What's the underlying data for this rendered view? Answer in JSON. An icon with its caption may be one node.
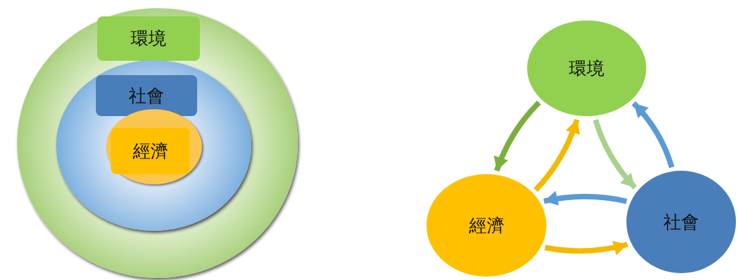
{
  "diagram": {
    "nodes": [
      {
        "text": [],
        "shape": "circle"
      },
      {
        "text": [
          "環境"
        ],
        "in": 0
      },
      {
        "text": [],
        "shape": "circle",
        "in": 0
      },
      {
        "text": [
          "社會"
        ],
        "in": 2
      },
      {
        "text": [],
        "shape": "circle",
        "in": 2
      },
      {
        "text": [
          "經濟"
        ],
        "in": 4
      },
      {
        "text": [
          "環境"
        ]
      },
      {
        "text": [
          "社會"
        ]
      },
      {
        "text": [
          "經濟"
        ]
      }
    ],
    "edges": [
      {
        "from": 6,
        "to": 8,
        "arrow": "to",
        "color": "#7aaf3c"
      },
      {
        "from": 8,
        "to": 6,
        "arrow": "to",
        "color": "#f5b800"
      },
      {
        "from": 6,
        "to": 7,
        "arrow": "to",
        "color": "#a9d18e"
      },
      {
        "from": 7,
        "to": 6,
        "arrow": "to",
        "color": "#5b9bd5"
      },
      {
        "from": 7,
        "to": 8,
        "arrow": "to",
        "color": "#5b9bd5"
      },
      {
        "from": 8,
        "to": 7,
        "arrow": "to",
        "color": "#f5b800"
      }
    ]
  }
}
